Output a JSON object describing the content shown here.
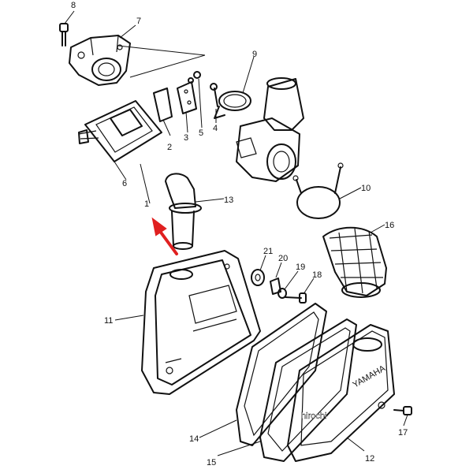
{
  "labels": {
    "p1": "1",
    "p2": "2",
    "p3": "3",
    "p4": "4",
    "p5": "5",
    "p6": "6",
    "p7": "7",
    "p8": "8",
    "p9": "9",
    "p10": "10",
    "p11": "11",
    "p12": "12",
    "p13": "13",
    "p14": "14",
    "p15": "15",
    "p16": "16",
    "p17": "17",
    "p18": "18",
    "p19": "19",
    "p20": "20",
    "p21": "21"
  },
  "watermark": "hirochi",
  "brand": "YAMAHA",
  "colors": {
    "line": "#111111",
    "arrow": "#e02020",
    "background": "#ffffff"
  }
}
